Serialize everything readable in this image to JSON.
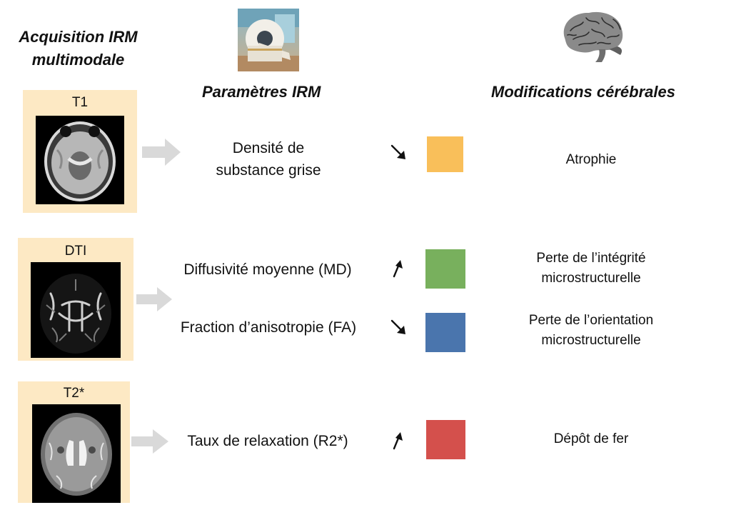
{
  "headers": {
    "acquisition_line1": "Acquisition IRM",
    "acquisition_line2": "multimodale",
    "parameters": "Paramètres IRM",
    "modifications": "Modifications cérébrales"
  },
  "rows": [
    {
      "modality": "T1",
      "parameter_lines": [
        "Densité de",
        "substance grise"
      ],
      "trend": "decrease",
      "color": "#f9bf5a",
      "change_lines": [
        "Atrophie"
      ]
    },
    {
      "modality": "DTI",
      "parameter_lines": [
        "Diffusivité moyenne (MD)"
      ],
      "trend": "increase",
      "color": "#78b05d",
      "change_lines": [
        "Perte de l’intégrité",
        "microstructurelle"
      ]
    },
    {
      "modality": "",
      "parameter_lines": [
        "Fraction d’anisotropie (FA)"
      ],
      "trend": "decrease",
      "color": "#4a75ad",
      "change_lines": [
        "Perte de l’orientation",
        "microstructurelle"
      ]
    },
    {
      "modality": "T2*",
      "parameter_lines": [
        "Taux de relaxation (R2*)"
      ],
      "trend": "increase",
      "color": "#d4504c",
      "change_lines": [
        "Dépôt de fer"
      ]
    }
  ],
  "icons": {
    "mri_scanner": "mri-scanner-photo",
    "brain": "brain-illustration",
    "flow_arrow": "right-arrow",
    "trend_up": "up-arrow",
    "trend_down": "down-arrow"
  },
  "colors": {
    "card_background": "#fde9c4",
    "flow_arrow": "#d9d9d9"
  }
}
